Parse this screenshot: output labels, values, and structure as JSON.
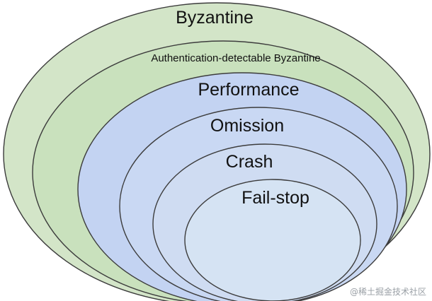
{
  "diagram": {
    "levels": [
      {
        "label": "Byzantine",
        "fill": "#d3e5c8"
      },
      {
        "label": "Authentication-detectable Byzantine",
        "fill": "#c9e1bd"
      },
      {
        "label": "Performance",
        "fill": "#c3d3f2"
      },
      {
        "label": "Omission",
        "fill": "#c9d8f3"
      },
      {
        "label": "Crash",
        "fill": "#cfdcf2"
      },
      {
        "label": "Fail-stop",
        "fill": "#d5e3f3"
      }
    ],
    "outline_color": "#3c3c3c"
  },
  "watermark": {
    "text": "@稀土掘金技术社区"
  }
}
